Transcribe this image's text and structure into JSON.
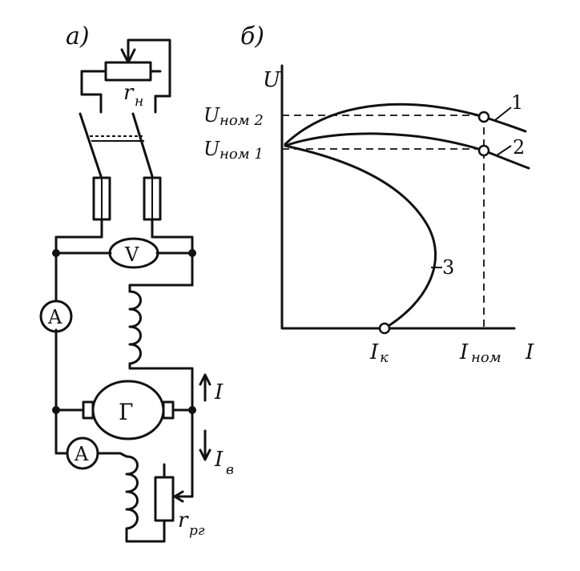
{
  "circuit": {
    "label": "а)",
    "load_resistor": {
      "symbol": "r",
      "sub": "н"
    },
    "voltmeter": "V",
    "ammeter_main": "A",
    "ammeter_field": "A",
    "generator": "Г",
    "current_main": "I",
    "current_field": {
      "symbol": "I",
      "sub": "в"
    },
    "field_rheostat": {
      "symbol": "r",
      "sub": "рг"
    }
  },
  "graph": {
    "label": "б)",
    "y_axis": "U",
    "x_axis": "I",
    "u_nom2": {
      "symbol": "U",
      "sub": "ном 2"
    },
    "u_nom1": {
      "symbol": "U",
      "sub": "ном 1"
    },
    "i_k": {
      "symbol": "I",
      "sub": "к"
    },
    "i_nom": {
      "symbol": "I",
      "sub": "ном"
    },
    "curve_labels": [
      "1",
      "2",
      "3"
    ]
  }
}
